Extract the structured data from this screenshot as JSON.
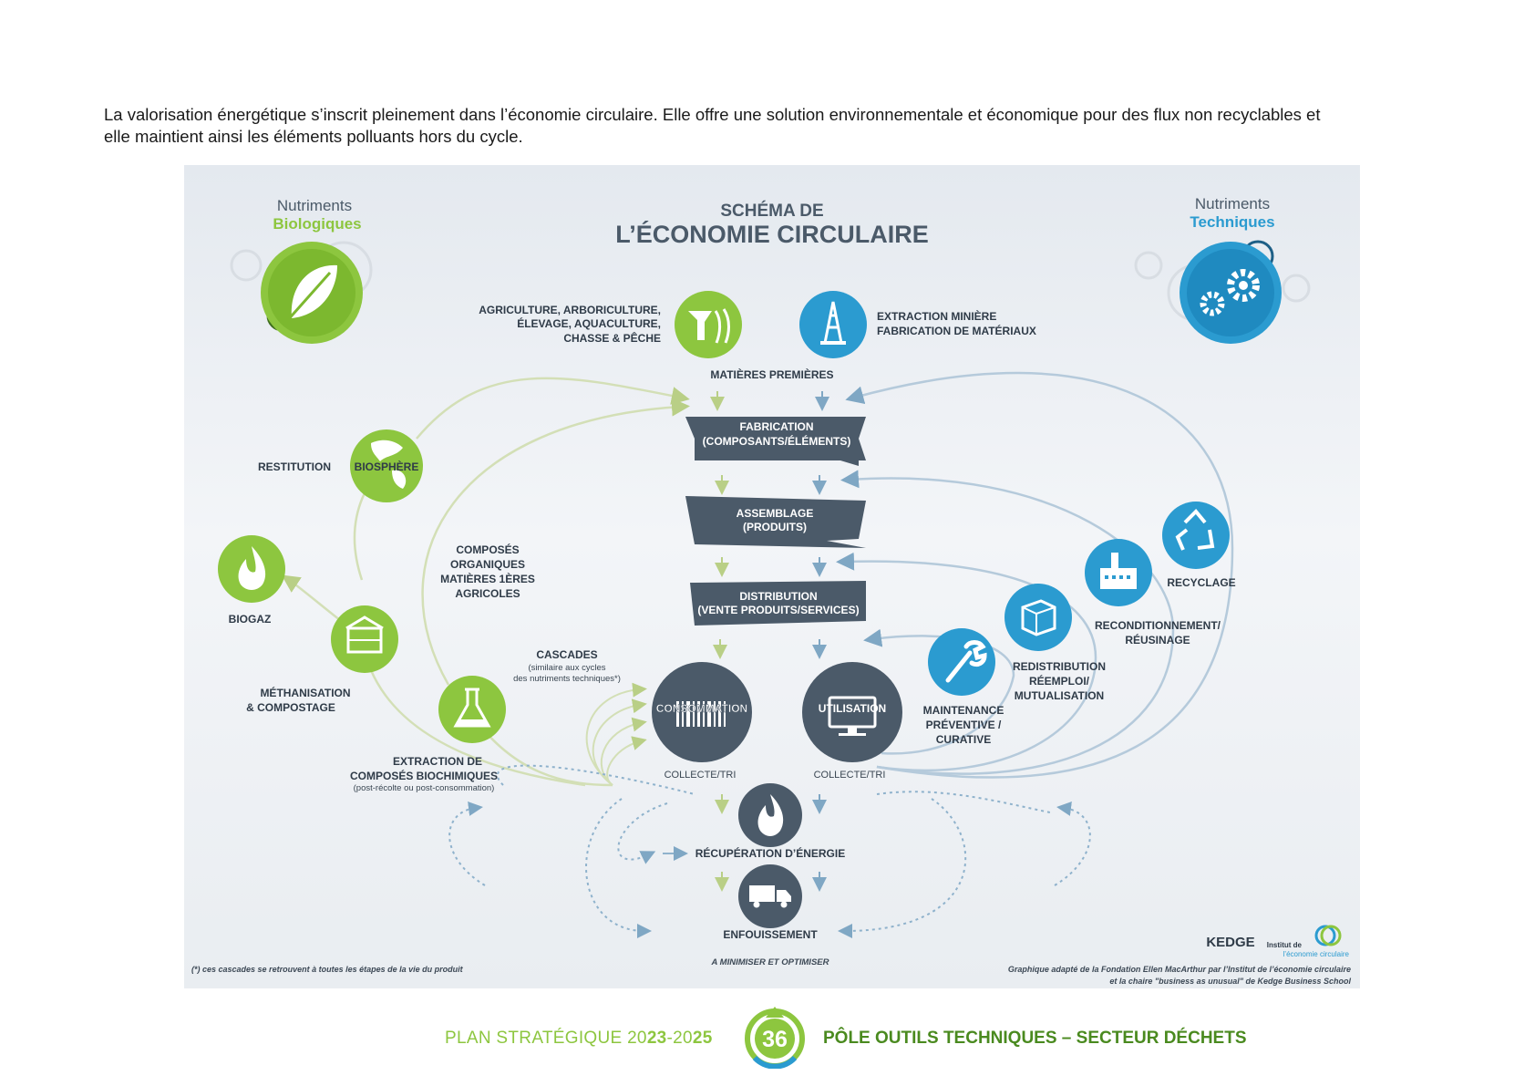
{
  "intro": {
    "line1": "La valorisation énergétique s’inscrit pleinement dans l’économie circulaire. Elle offre une solution environnementale et économique pour des flux non recyclables et",
    "line2": "elle maintient ainsi les éléments polluants hors du cycle."
  },
  "diagram": {
    "title_line1": "SCHÉMA DE",
    "title_line2": "L’ÉCONOMIE CIRCULAIRE",
    "bio_line1": "Nutriments",
    "bio_line2": "Biologiques",
    "tech_line1": "Nutriments",
    "tech_line2": "Techniques",
    "agri_line1": "AGRICULTURE, ARBORICULTURE,",
    "agri_line2": "ÉLEVAGE, AQUACULTURE,",
    "agri_line3": "CHASSE & PÊCHE",
    "mining_line1": "EXTRACTION MINIÈRE",
    "mining_line2": "FABRICATION DE MATÉRIAUX",
    "raw_materials": "MATIÈRES PREMIÈRES",
    "fabrication_line1": "FABRICATION",
    "fabrication_line2": "(COMPOSANTS/ÉLÉMENTS)",
    "assembly_line1": "ASSEMBLAGE",
    "assembly_line2": "(PRODUITS)",
    "distribution_line1": "DISTRIBUTION",
    "distribution_line2": "(VENTE PRODUITS/SERVICES)",
    "restitution": "RESTITUTION",
    "biosphere": "BIOSPHÈRE",
    "biogaz": "BIOGAZ",
    "methanisation_line1": "MÉTHANISATION",
    "methanisation_line2": "& COMPOSTAGE",
    "composes_line1": "COMPOSÉS",
    "composes_line2": "ORGANIQUES",
    "composes_line3": "MATIÈRES 1ÈRES",
    "composes_line4": "AGRICOLES",
    "cascades_title": "CASCADES",
    "cascades_note1": "(similaire aux cycles",
    "cascades_note2": "des nutriments techniques*)",
    "extraction_line1": "EXTRACTION DE",
    "extraction_line2": "COMPOSÉS BIOCHIMIQUES",
    "extraction_note": "(post-récolte ou post-consommation)",
    "consommation": "CONSOMMATION",
    "utilisation": "UTILISATION",
    "collecte_left": "COLLECTE/TRI",
    "collecte_right": "COLLECTE/TRI",
    "recyclage": "RECYCLAGE",
    "recond_line1": "RECONDITIONNEMENT/",
    "recond_line2": "RÉUSINAGE",
    "redistrib_line1": "REDISTRIBUTION",
    "redistrib_line2": "RÉEMPLOI/",
    "redistrib_line3": "MUTUALISATION",
    "maint_line1": "MAINTENANCE",
    "maint_line2": "PRÉVENTIVE /",
    "maint_line3": "CURATIVE",
    "energy": "RÉCUPÉRATION D’ÉNERGIE",
    "landfill": "ENFOUISSEMENT",
    "minimise": "A MINIMISER ET OPTIMISER",
    "footnote": "(*) ces cascades se retrouvent à toutes les étapes de la vie du produit",
    "credit_line1": "Graphique adapté de la Fondation Ellen MacArthur par l’Institut de l’économie circulaire",
    "credit_line2": "et la chaire \"business as unusual\" de Kedge Business School",
    "logo_kedge": "KEDGE",
    "logo_institut_line1": "Institut de",
    "logo_institut_line2": "l’économie circulaire"
  },
  "footer": {
    "plan_prefix": "PLAN STRATÉGIQUE 20",
    "plan_y1": "23",
    "plan_mid": "-20",
    "plan_y2": "25",
    "page_number": "36",
    "section": "PÔLE OUTILS TECHNIQUES – SECTEUR DÉCHETS"
  },
  "colors": {
    "green": "#8dc63f",
    "blue": "#2b9bd0",
    "slate": "#4b5a69",
    "dark_green": "#4a8a1f"
  }
}
